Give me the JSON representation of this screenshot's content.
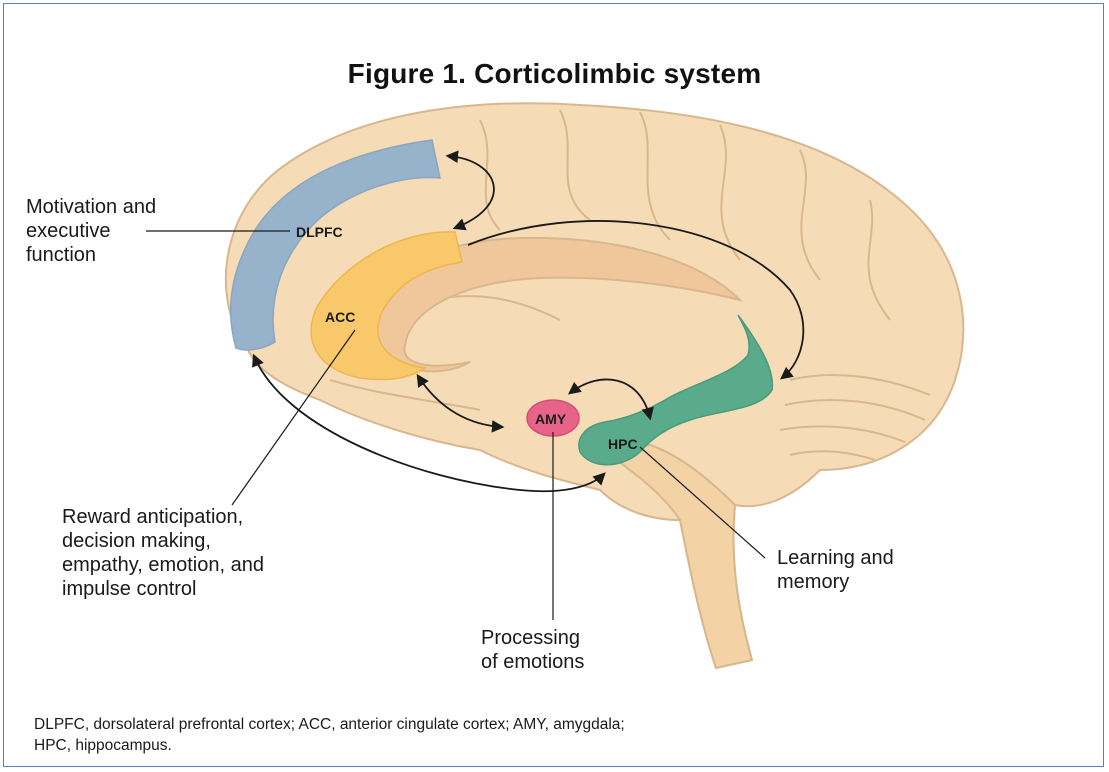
{
  "figure": {
    "title": "Figure 1.  Corticolimbic system"
  },
  "regions": {
    "dlpfc": "DLPFC",
    "acc": "ACC",
    "amy": "AMY",
    "hpc": "HPC"
  },
  "annotations": {
    "dlpfc_function": "Motivation and\nexecutive\nfunction",
    "acc_function": "Reward anticipation,\ndecision making,\nempathy, emotion, and\nimpulse control",
    "amy_function": "Processing\nof emotions",
    "hpc_function": "Learning and\nmemory"
  },
  "caption": {
    "line1": "DLPFC, dorsolateral prefrontal cortex; ACC, anterior cingulate cortex; AMY, amygdala;",
    "line2": "HPC, hippocampus."
  },
  "colors": {
    "brain": "#f6dcb6",
    "brain_outline": "#d9b78e",
    "dlpfc": "#97b3cc",
    "acc": "#f8c86a",
    "amy": "#e8638a",
    "hpc": "#5aaa8c",
    "frame": "#5b7fb8"
  }
}
